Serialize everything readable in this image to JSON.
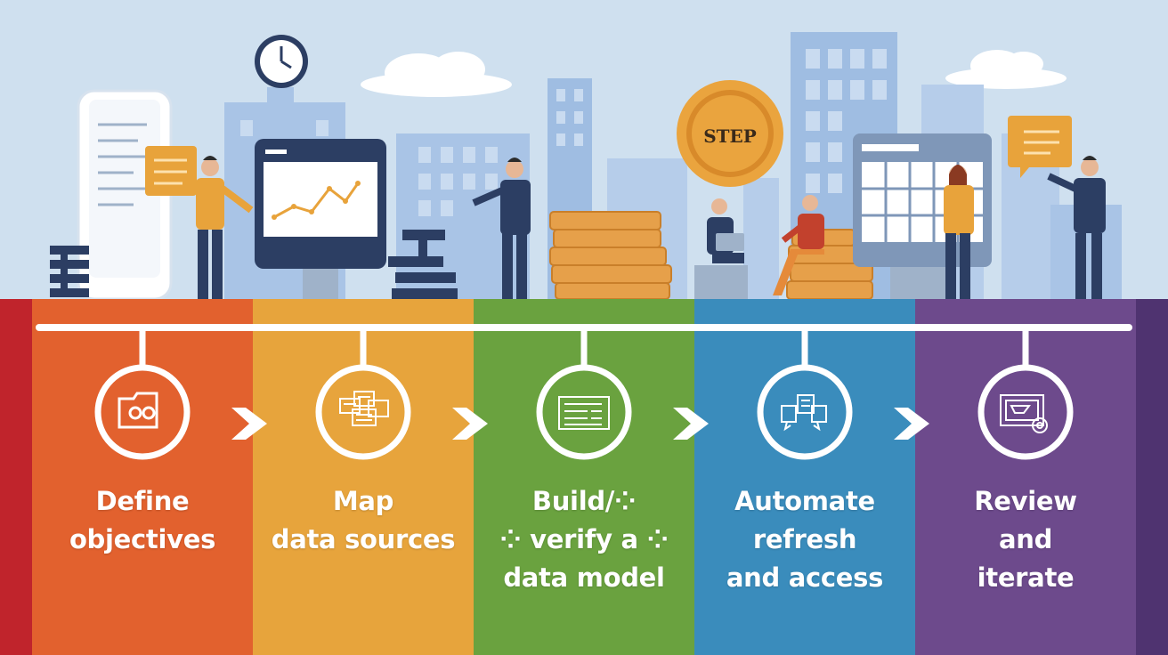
{
  "scene": {
    "medal_text": "STEP",
    "colors": {
      "sky": "#cfe0ef",
      "building": "#9fbde2",
      "building_light": "#b6cdea",
      "window": "#c9dbf0",
      "navy": "#2c3e63",
      "orange": "#e8a33b",
      "coin": "#e6a04a",
      "coin_edge": "#c97f2a"
    }
  },
  "steps": [
    {
      "lines": [
        "Define",
        "objectives"
      ],
      "color": "#e2612e",
      "icon": "folder-icon"
    },
    {
      "lines": [
        "Map",
        "data sources"
      ],
      "color": "#e7a43c",
      "icon": "documents-icon"
    },
    {
      "lines": [
        "Build/⁘",
        "⁘ verify a ⁘",
        "data model"
      ],
      "color": "#6aa23f",
      "icon": "data-table-icon"
    },
    {
      "lines": [
        "Automate",
        "refresh",
        "and access"
      ],
      "color": "#3a8cbc",
      "icon": "refresh-docs-icon"
    },
    {
      "lines": [
        "Review",
        "and",
        "iterate"
      ],
      "color": "#6d4a8c",
      "icon": "review-gear-icon"
    }
  ],
  "edges": {
    "left": "#c0242c",
    "right": "#4f3370"
  }
}
